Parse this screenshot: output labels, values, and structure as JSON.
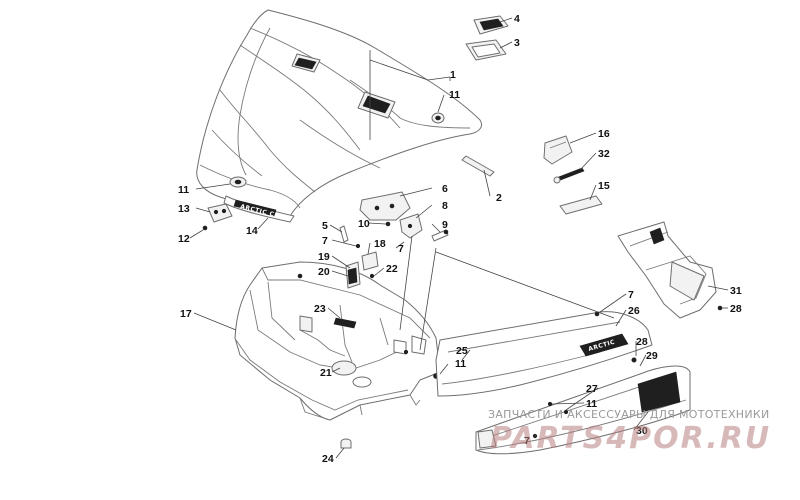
{
  "callouts": {
    "c1": "1",
    "c2": "2",
    "c3": "3",
    "c4": "4",
    "c5": "5",
    "c6": "6",
    "c7a": "7",
    "c7b": "7",
    "c7c": "7",
    "c7d": "7",
    "c8": "8",
    "c9": "9",
    "c10": "10",
    "c11a": "11",
    "c11b": "11",
    "c11c": "11",
    "c11d": "11",
    "c12": "12",
    "c13": "13",
    "c14": "14",
    "c15": "15",
    "c16": "16",
    "c17": "17",
    "c18": "18",
    "c19": "19",
    "c20": "20",
    "c21": "21",
    "c22": "22",
    "c23": "23",
    "c24": "24",
    "c25": "25",
    "c26": "26",
    "c27": "27",
    "c28a": "28",
    "c28b": "28",
    "c29": "29",
    "c30": "30",
    "c31": "31",
    "c32": "32"
  },
  "decal_text": "ARCTIC CAT",
  "watermark": {
    "subtitle": "ЗАПЧАСТИ И АКСЕССУАРЫ ДЛЯ МОТОТЕХНИКИ",
    "logo": "PARTS4POR.RU"
  },
  "colors": {
    "outline": "#6e6e6e",
    "ink": "#111111",
    "watermark": "#b98080"
  }
}
